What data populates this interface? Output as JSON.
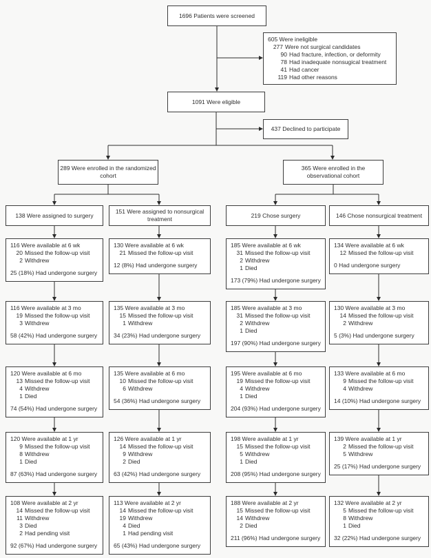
{
  "colors": {
    "background": "#f8f8f7",
    "box_fill": "#ffffff",
    "box_border": "#3b3b3b",
    "line": "#2b2b2b",
    "text": "#2e2e2e"
  },
  "figure": {
    "screened": "1696 Patients were screened",
    "ineligible": {
      "main": "605 Were ineligible",
      "subs": [
        {
          "num": "277",
          "text": "Were not surgical candidates"
        },
        {
          "num": "90",
          "text": "Had fracture, infection, or deformity"
        },
        {
          "num": "78",
          "text": "Had inadequate nonsugical treatment"
        },
        {
          "num": "41",
          "text": "Had cancer"
        },
        {
          "num": "119",
          "text": "Had other reasons"
        }
      ]
    },
    "eligible": "1091 Were eligible",
    "declined": "437 Declined to participate",
    "cohorts": [
      {
        "label": "289 Were enrolled in the randomized cohort"
      },
      {
        "label": "365 Were enrolled in the observational cohort"
      }
    ],
    "columns": [
      {
        "header": "138 Were assigned to surgery",
        "rows": [
          {
            "main": "116 Were available at 6 wk",
            "subs": [
              {
                "num": "20",
                "text": "Missed the follow-up visit"
              },
              {
                "num": "2",
                "text": "Withdrew"
              }
            ],
            "surgery": "25 (18%) Had undergone surgery"
          },
          {
            "main": "116 Were available at 3 mo",
            "subs": [
              {
                "num": "19",
                "text": "Missed the follow-up visit"
              },
              {
                "num": "3",
                "text": "Withdrew"
              }
            ],
            "surgery": "58 (42%) Had undergone surgery"
          },
          {
            "main": "120 Were available at 6 mo",
            "subs": [
              {
                "num": "13",
                "text": "Missed the follow-up visit"
              },
              {
                "num": "4",
                "text": "Withdrew"
              },
              {
                "num": "1",
                "text": "Died"
              }
            ],
            "surgery": "74 (54%) Had undergone surgery"
          },
          {
            "main": "120 Were available at 1 yr",
            "subs": [
              {
                "num": "9",
                "text": "Missed the follow-up visit"
              },
              {
                "num": "8",
                "text": "Withdrew"
              },
              {
                "num": "1",
                "text": "Died"
              }
            ],
            "surgery": "87 (63%) Had undergone surgery"
          },
          {
            "main": "108 Were available at 2 yr",
            "subs": [
              {
                "num": "14",
                "text": "Missed the follow-up visit"
              },
              {
                "num": "11",
                "text": "Withdrew"
              },
              {
                "num": "3",
                "text": "Died"
              },
              {
                "num": "2",
                "text": "Had pending visit"
              }
            ],
            "surgery": "92 (67%) Had undergone surgery"
          }
        ]
      },
      {
        "header": "151 Were assigned to nonsurgical treatment",
        "rows": [
          {
            "main": "130 Were available at 6 wk",
            "subs": [
              {
                "num": "21",
                "text": "Missed the follow-up visit"
              }
            ],
            "surgery": "12 (8%) Had undergone surgery"
          },
          {
            "main": "135 Were available at 3 mo",
            "subs": [
              {
                "num": "15",
                "text": "Missed the follow-up visit"
              },
              {
                "num": "1",
                "text": "Withdrew"
              }
            ],
            "surgery": "34 (23%) Had undergone surgery"
          },
          {
            "main": "135 Were available at 6 mo",
            "subs": [
              {
                "num": "10",
                "text": "Missed the follow-up visit"
              },
              {
                "num": "6",
                "text": "Withdrew"
              }
            ],
            "surgery": "54 (36%) Had undergone surgery"
          },
          {
            "main": "126 Were available at 1 yr",
            "subs": [
              {
                "num": "14",
                "text": "Missed the follow-up visit"
              },
              {
                "num": "9",
                "text": "Withdrew"
              },
              {
                "num": "2",
                "text": "Died"
              }
            ],
            "surgery": "63 (42%) Had undergone surgery"
          },
          {
            "main": "113 Were available at 2 yr",
            "subs": [
              {
                "num": "14",
                "text": "Missed the follow-up visit"
              },
              {
                "num": "19",
                "text": "Withdrew"
              },
              {
                "num": "4",
                "text": "Died"
              },
              {
                "num": "1",
                "text": "Had pending visit"
              }
            ],
            "surgery": "65 (43%) Had undergone surgery"
          }
        ]
      },
      {
        "header": "219 Chose surgery",
        "rows": [
          {
            "main": "185 Were available at 6 wk",
            "subs": [
              {
                "num": "31",
                "text": "Missed the follow-up visit"
              },
              {
                "num": "2",
                "text": "Withdrew"
              },
              {
                "num": "1",
                "text": "Died"
              }
            ],
            "surgery": "173 (79%) Had undergone surgery"
          },
          {
            "main": "185 Were available at 3 mo",
            "subs": [
              {
                "num": "31",
                "text": "Missed the follow-up visit"
              },
              {
                "num": "2",
                "text": "Withdrew"
              },
              {
                "num": "1",
                "text": "Died"
              }
            ],
            "surgery": "197 (90%) Had undergone surgery"
          },
          {
            "main": "195 Were available at 6 mo",
            "subs": [
              {
                "num": "19",
                "text": "Missed the follow-up visit"
              },
              {
                "num": "4",
                "text": "Withdrew"
              },
              {
                "num": "1",
                "text": "Died"
              }
            ],
            "surgery": "204 (93%) Had undergone surgery"
          },
          {
            "main": "198 Were available at 1 yr",
            "subs": [
              {
                "num": "15",
                "text": "Missed the follow-up visit"
              },
              {
                "num": "5",
                "text": "Withdrew"
              },
              {
                "num": "1",
                "text": "Died"
              }
            ],
            "surgery": "208 (95%) Had undergone surgery"
          },
          {
            "main": "188 Were available at 2 yr",
            "subs": [
              {
                "num": "15",
                "text": "Missed the follow-up visit"
              },
              {
                "num": "14",
                "text": "Withdrew"
              },
              {
                "num": "2",
                "text": "Died"
              }
            ],
            "surgery": "211 (96%) Had undergone surgery"
          }
        ]
      },
      {
        "header": "146 Chose nonsurgical treatment",
        "rows": [
          {
            "main": "134 Were available at 6 wk",
            "subs": [
              {
                "num": "12",
                "text": "Missed the follow-up visit"
              }
            ],
            "surgery": "0 Had undergone surgery"
          },
          {
            "main": "130 Were available at 3 mo",
            "subs": [
              {
                "num": "14",
                "text": "Missed the follow-up visit"
              },
              {
                "num": "2",
                "text": "Withdrew"
              }
            ],
            "surgery": "5 (3%) Had undergone surgery"
          },
          {
            "main": "133 Were available at 6 mo",
            "subs": [
              {
                "num": "9",
                "text": "Missed the follow-up visit"
              },
              {
                "num": "4",
                "text": "Withdrew"
              }
            ],
            "surgery": "14 (10%) Had undergone surgery"
          },
          {
            "main": "139 Were available at 1 yr",
            "subs": [
              {
                "num": "2",
                "text": "Missed the follow-up visit"
              },
              {
                "num": "5",
                "text": "Withdrew"
              }
            ],
            "surgery": "25 (17%) Had undergone surgery"
          },
          {
            "main": "132 Were available at 2 yr",
            "subs": [
              {
                "num": "5",
                "text": "Missed the follow-up visit"
              },
              {
                "num": "8",
                "text": "Withdrew"
              },
              {
                "num": "1",
                "text": "Died"
              }
            ],
            "surgery": "32 (22%) Had undergone surgery"
          }
        ]
      }
    ]
  }
}
